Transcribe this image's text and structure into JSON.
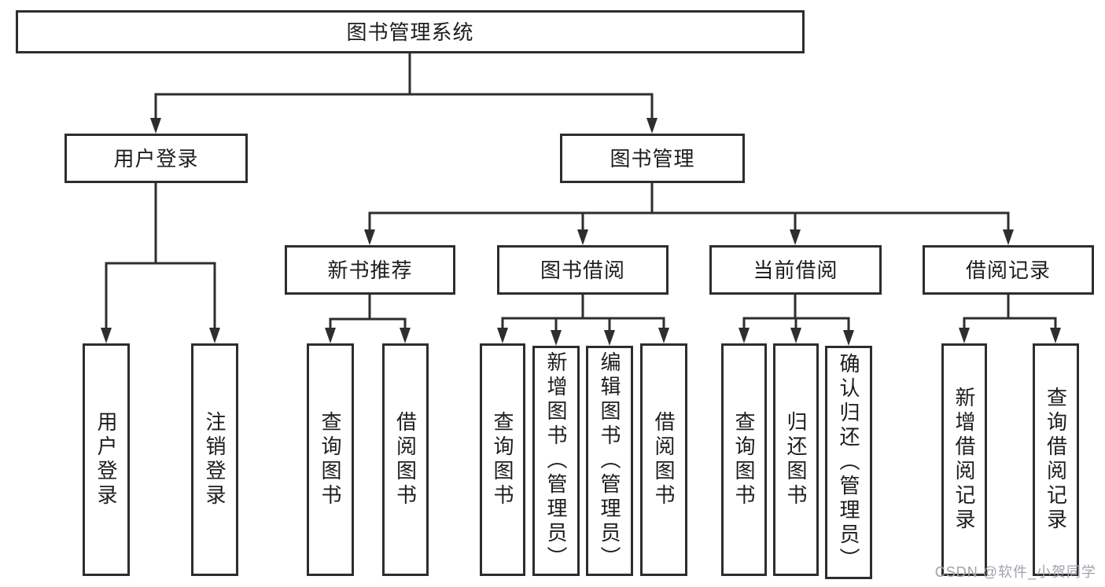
{
  "tree": {
    "root": {
      "label": "图书管理系统"
    },
    "level2": [
      {
        "label": "用户登录"
      },
      {
        "label": "图书管理"
      }
    ],
    "level3": [
      {
        "label": "新书推荐"
      },
      {
        "label": "图书借阅"
      },
      {
        "label": "当前借阅"
      },
      {
        "label": "借阅记录"
      }
    ],
    "leaves": {
      "user_login": [
        {
          "label": "用户登录"
        },
        {
          "label": "注销登录"
        }
      ],
      "new_book_recommend": [
        {
          "label": "查询图书"
        },
        {
          "label": "借阅图书"
        }
      ],
      "book_borrowing": [
        {
          "label": "查询图书"
        },
        {
          "label": "新增图书（管理员）"
        },
        {
          "label": "编辑图书（管理员）"
        },
        {
          "label": "借阅图书"
        }
      ],
      "current_borrowing": [
        {
          "label": "查询图书"
        },
        {
          "label": "归还图书"
        },
        {
          "label": "确认归还（管理员）"
        }
      ],
      "borrowing_records": [
        {
          "label": "新增借阅记录"
        },
        {
          "label": "查询借阅记录"
        }
      ]
    }
  },
  "watermark": {
    "text": "CSDN @软件_小贺同学",
    "color": "#a2a2ab"
  },
  "colors": {
    "line": "#2e2e2e",
    "text": "#1d1d1f",
    "background": "#ffffff"
  }
}
